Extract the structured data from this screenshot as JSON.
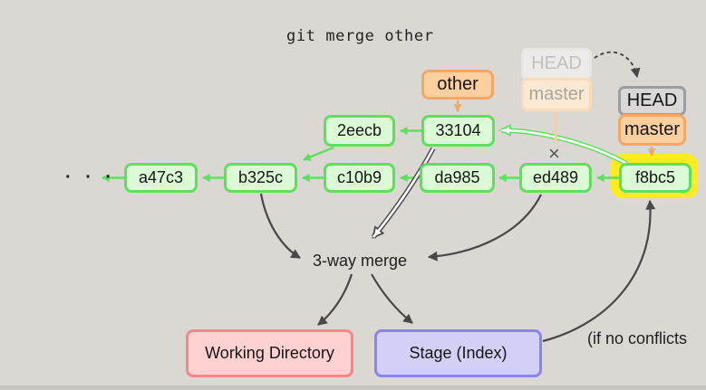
{
  "title": "git merge other",
  "ellipsis": "· · ·",
  "cross": "×",
  "commits": {
    "row1": [
      "a47c3",
      "b325c",
      "c10b9",
      "da985",
      "ed489",
      "f8bc5"
    ],
    "row2": [
      "2eecb",
      "33104"
    ]
  },
  "refs": {
    "other": "other",
    "head_old": "HEAD",
    "master_old": "master",
    "head_new": "HEAD",
    "master_new": "master"
  },
  "labels": {
    "merge": "3-way merge",
    "working_dir": "Working Directory",
    "stage": "Stage (Index)",
    "if_no_conflicts": "(if no conflicts"
  },
  "colors": {
    "background": "#dbd7d2",
    "commit_fill": "#dbfbd6",
    "commit_border": "#5ee05e",
    "branch_fill": "#fbcf9e",
    "branch_border": "#f2a868",
    "head_fill": "#d8d8d8",
    "head_border": "#9d9d9d",
    "faded_head_fill": "#ecebe9",
    "faded_master_fill": "#fce9d4",
    "highlight_yellow": "#ffec20",
    "working_dir_fill": "#ffd1d1",
    "working_dir_border": "#f48888",
    "stage_fill": "#d3d0f8",
    "stage_border": "#8a86e8",
    "arrow_dark": "#484848"
  }
}
